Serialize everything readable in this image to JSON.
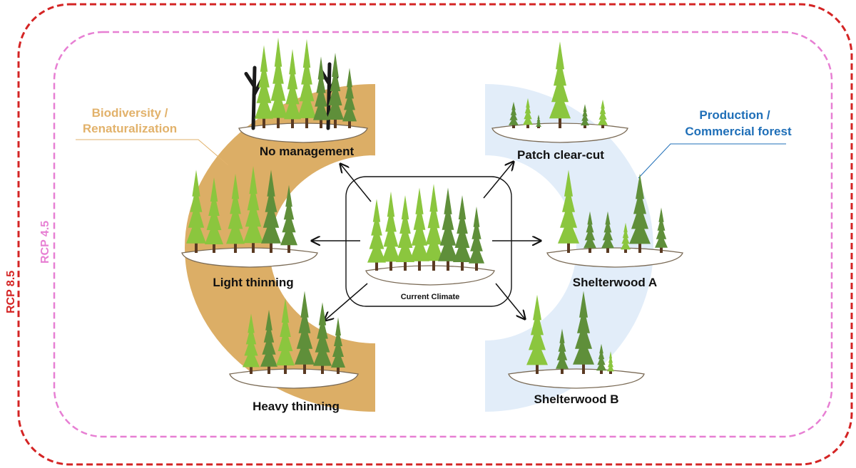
{
  "rcp85": {
    "label": "RCP 8.5",
    "color": "#d42424"
  },
  "rcp45": {
    "label": "RCP 4.5",
    "color": "#e77fd3"
  },
  "biodiversity": {
    "line1": "Biodiversity /",
    "line2": "Renaturalization",
    "color": "#e2b26b",
    "band_color": "#dcae66"
  },
  "production": {
    "line1": "Production /",
    "line2": "Commercial forest",
    "color": "#1f6fb8",
    "band_color": "#e2edf9"
  },
  "center": {
    "label": "Current Climate"
  },
  "scenarios": {
    "no_management": "No management",
    "light_thinning": "Light thinning",
    "heavy_thinning": "Heavy thinning",
    "patch_clear_cut": "Patch clear-cut",
    "shelterwood_a": "Shelterwood A",
    "shelterwood_b": "Shelterwood B"
  },
  "tree_colors": {
    "light": "#8bc63e",
    "dark": "#5f8f3a",
    "trunk": "#5a3a22"
  }
}
